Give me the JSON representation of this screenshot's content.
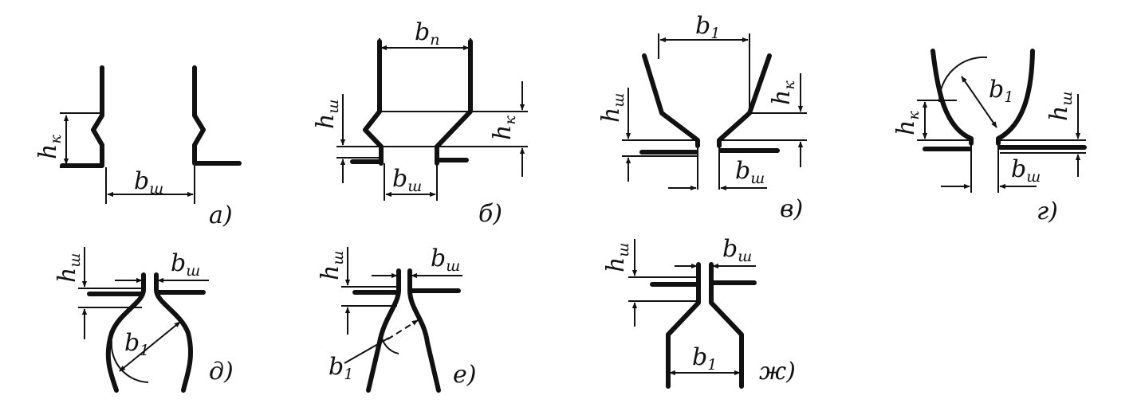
{
  "figures": [
    {
      "id": "a",
      "caption": "а)",
      "labels": {
        "hk": "h",
        "hk_sub": "к",
        "bsh": "b",
        "bsh_sub": "ш"
      }
    },
    {
      "id": "b",
      "caption": "б)",
      "labels": {
        "bp": "b",
        "bp_sub": "п",
        "hsh": "h",
        "hsh_sub": "ш",
        "hk": "h",
        "hk_sub": "к",
        "bsh": "b",
        "bsh_sub": "ш"
      }
    },
    {
      "id": "v",
      "caption": "в)",
      "labels": {
        "b1": "b",
        "b1_sub": "1",
        "hsh": "h",
        "hsh_sub": "ш",
        "hk": "h",
        "hk_sub": "к",
        "bsh": "b",
        "bsh_sub": "ш"
      }
    },
    {
      "id": "g",
      "caption": "г)",
      "labels": {
        "b1": "b",
        "b1_sub": "1",
        "hk": "h",
        "hk_sub": "к",
        "hsh": "h",
        "hsh_sub": "ш",
        "bsh": "b",
        "bsh_sub": "ш"
      }
    },
    {
      "id": "d",
      "caption": "д)",
      "labels": {
        "hsh": "h",
        "hsh_sub": "ш",
        "bsh": "b",
        "bsh_sub": "ш",
        "b1": "b",
        "b1_sub": "1"
      }
    },
    {
      "id": "e",
      "caption": "е)",
      "labels": {
        "hsh": "h",
        "hsh_sub": "ш",
        "bsh": "b",
        "bsh_sub": "ш",
        "b1": "b",
        "b1_sub": "1"
      }
    },
    {
      "id": "zh",
      "caption": "ж)",
      "labels": {
        "hsh": "h",
        "hsh_sub": "ш",
        "bsh": "b",
        "bsh_sub": "ш",
        "b1": "b",
        "b1_sub": "1"
      }
    }
  ]
}
